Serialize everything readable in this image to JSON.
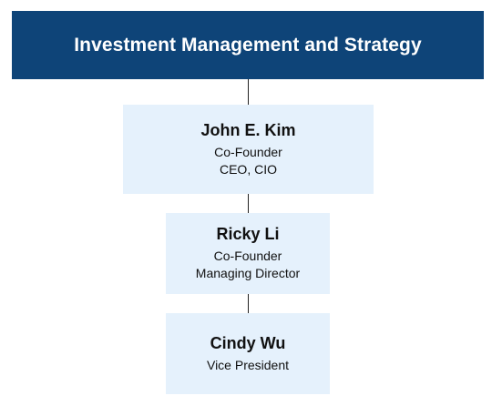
{
  "header": {
    "title": "Investment Management and Strategy",
    "background": "#0e4478"
  },
  "people": [
    {
      "name": "John E. Kim",
      "roles": [
        "Co-Founder",
        "CEO, CIO"
      ]
    },
    {
      "name": "Ricky Li",
      "roles": [
        "Co-Founder",
        "Managing Director"
      ]
    },
    {
      "name": "Cindy Wu",
      "roles": [
        "Vice President"
      ]
    }
  ],
  "colors": {
    "card_background": "#e5f1fc",
    "connector": "#222222"
  }
}
